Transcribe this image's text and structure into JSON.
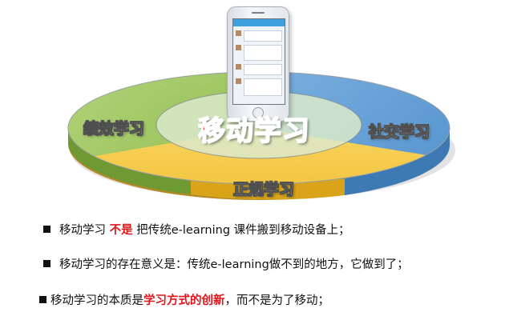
{
  "diagram": {
    "center_title": "移动学习",
    "segments": {
      "left": "绩效学习",
      "right": "社交学习",
      "bottom": "正规学习"
    },
    "colors": {
      "left_green": "#9bc35a",
      "right_blue": "#5a9bd3",
      "bottom_yellow": "#f4c742",
      "center_fill": "#dbeacb",
      "title_red": "#e0141b"
    }
  },
  "bullets": [
    {
      "pre": "移动学习 ",
      "highlight": "不是",
      "post": " 把传统e-learning 课件搬到移动设备上；"
    },
    {
      "text": "移动学习的存在意义是：传统e-learning做不到的地方，它做到了；"
    },
    {
      "pre": "移动学习的本质是",
      "highlight": "学习方式的创新",
      "post": "，而不是为了移动；"
    }
  ]
}
